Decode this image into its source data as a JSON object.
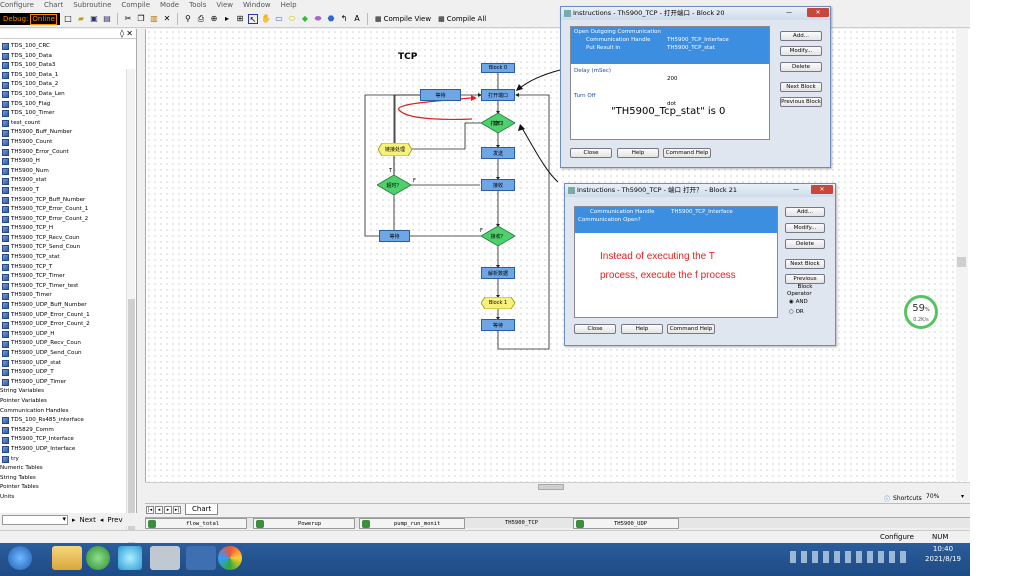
{
  "menu": [
    "Configure",
    "Chart",
    "Subroutine",
    "Compile",
    "Mode",
    "Tools",
    "View",
    "Window",
    "Help"
  ],
  "toolbar": {
    "debug_label": "Debug:",
    "mode_value": "Online",
    "compile_view": "Compile View",
    "compile_all": "Compile All"
  },
  "variables": [
    {
      "label": "TDS_100_CRC",
      "type": "item"
    },
    {
      "label": "TDS_100_Data",
      "type": "item"
    },
    {
      "label": "TDS_100_Data3",
      "type": "item"
    },
    {
      "label": "TDS_100_Data_1",
      "type": "item"
    },
    {
      "label": "TDS_100_Data_2",
      "type": "item"
    },
    {
      "label": "TDS_100_Data_Len",
      "type": "item"
    },
    {
      "label": "TDS_100_Flag",
      "type": "item"
    },
    {
      "label": "TDS_100_Timer",
      "type": "item"
    },
    {
      "label": "test_count",
      "type": "item"
    },
    {
      "label": "TH5900_Buff_Number",
      "type": "item"
    },
    {
      "label": "TH5900_Count",
      "type": "item"
    },
    {
      "label": "TH5900_Error_Count",
      "type": "item"
    },
    {
      "label": "TH5900_H",
      "type": "item"
    },
    {
      "label": "TH5900_Num",
      "type": "item"
    },
    {
      "label": "TH5900_stat",
      "type": "item"
    },
    {
      "label": "TH5900_T",
      "type": "item"
    },
    {
      "label": "TH5900_TCP_Buff_Number",
      "type": "item"
    },
    {
      "label": "TH5900_TCP_Error_Count_1",
      "type": "item"
    },
    {
      "label": "TH5900_TCP_Error_Count_2",
      "type": "item"
    },
    {
      "label": "TH5900_TCP_H",
      "type": "item"
    },
    {
      "label": "TH5900_TCP_Recv_Coun",
      "type": "item"
    },
    {
      "label": "TH5900_TCP_Send_Coun",
      "type": "item"
    },
    {
      "label": "TH5900_TCP_stat",
      "type": "item"
    },
    {
      "label": "TH5900_TCP_T",
      "type": "item"
    },
    {
      "label": "TH5900_TCP_Timer",
      "type": "item"
    },
    {
      "label": "TH5900_TCP_Timer_test",
      "type": "item"
    },
    {
      "label": "TH5900_Timer",
      "type": "item"
    },
    {
      "label": "TH5900_UDP_Buff_Number",
      "type": "item"
    },
    {
      "label": "TH5900_UDP_Error_Count_1",
      "type": "item"
    },
    {
      "label": "TH5900_UDP_Error_Count_2",
      "type": "item"
    },
    {
      "label": "TH5900_UDP_H",
      "type": "item"
    },
    {
      "label": "TH5900_UDP_Recv_Coun",
      "type": "item"
    },
    {
      "label": "TH5900_UDP_Send_Coun",
      "type": "item"
    },
    {
      "label": "TH5900_UDP_stat",
      "type": "item"
    },
    {
      "label": "TH5900_UDP_T",
      "type": "item"
    },
    {
      "label": "TH5900_UDP_Timer",
      "type": "item"
    },
    {
      "label": "String Variables",
      "type": "grp"
    },
    {
      "label": "Pointer Variables",
      "type": "grp"
    },
    {
      "label": "Communication Handles",
      "type": "grp"
    },
    {
      "label": "TDS_100_Rs485_interface",
      "type": "item"
    },
    {
      "label": "TH5829_Comm",
      "type": "item"
    },
    {
      "label": "TH5900_TCP_Interface",
      "type": "item"
    },
    {
      "label": "TH5900_UDP_Interface",
      "type": "item"
    },
    {
      "label": "try",
      "type": "item"
    },
    {
      "label": "Numeric Tables",
      "type": "grp"
    },
    {
      "label": "String Tables",
      "type": "grp"
    },
    {
      "label": "Pointer Tables",
      "type": "grp"
    },
    {
      "label": "Units",
      "type": "grp"
    }
  ],
  "left_bottom": {
    "next": "Next",
    "prev": "Prev"
  },
  "chart": {
    "title": "TCP",
    "blocks": {
      "block0": "Block 0",
      "open": "打开端口",
      "wait1": "等待",
      "open_q1": "端口",
      "open_q2": "打开？",
      "send": "发送",
      "close": "链接处理",
      "timeout": "超时？",
      "recv": "接收",
      "wait2": "等待",
      "recvq": "接收？",
      "parse": "解析数据",
      "block1": "Block 1",
      "wait3": "等待"
    },
    "labels": {
      "t": "T",
      "f": "F"
    }
  },
  "dialog1": {
    "title": "Instructions - Th5900_TCP - 打开端口 - Block 20",
    "line1": "Open Outgoing Communication",
    "line2a": "Communication Handle",
    "line2b": "TH5900_TCP_Interface",
    "line3a": "Put Result in",
    "line3b": "TH5900_TCP_stat",
    "delay_label": "Delay (mSec)",
    "delay_value": "200",
    "turnoff_label": "Turn Off",
    "dot": "dot",
    "note": "\"TH5900_Tcp_stat\" is 0",
    "buttons": {
      "add": "Add...",
      "modify": "Modify...",
      "delete": "Delete",
      "next": "Next Block",
      "prev": "Previous Block",
      "close": "Close",
      "help": "Help",
      "cmdhelp": "Command Help"
    }
  },
  "dialog2": {
    "title": "Instructions - Th5900_TCP - 端口 打开？ - Block 21",
    "line1a": "Communication Handle",
    "line1b": "TH5900_TCP_Interface",
    "line2": "Communication Open?",
    "note1": "Instead of executing the T",
    "note2": "process, execute the f process",
    "operator_label": "Operator",
    "and": "AND",
    "or": "OR",
    "buttons": {
      "add": "Add...",
      "modify": "Modify...",
      "delete": "Delete",
      "next": "Next Block",
      "prev": "Previous Block",
      "close": "Close",
      "help": "Help",
      "cmdhelp": "Command Help"
    }
  },
  "chart_tab": "Chart",
  "shortcuts": "Shortcuts",
  "zoom": "70%",
  "file_tabs": [
    "flow_total",
    "Powerup",
    "pump_run_monit",
    "TH5900_TCP",
    "TH5900_UDP"
  ],
  "status": {
    "configure": "Configure",
    "num": "NUM"
  },
  "gauge": {
    "percent": "59",
    "unit": "%",
    "speed": "0.2K/s"
  },
  "clock": {
    "time": "10:40",
    "date": "2021/8/19"
  }
}
